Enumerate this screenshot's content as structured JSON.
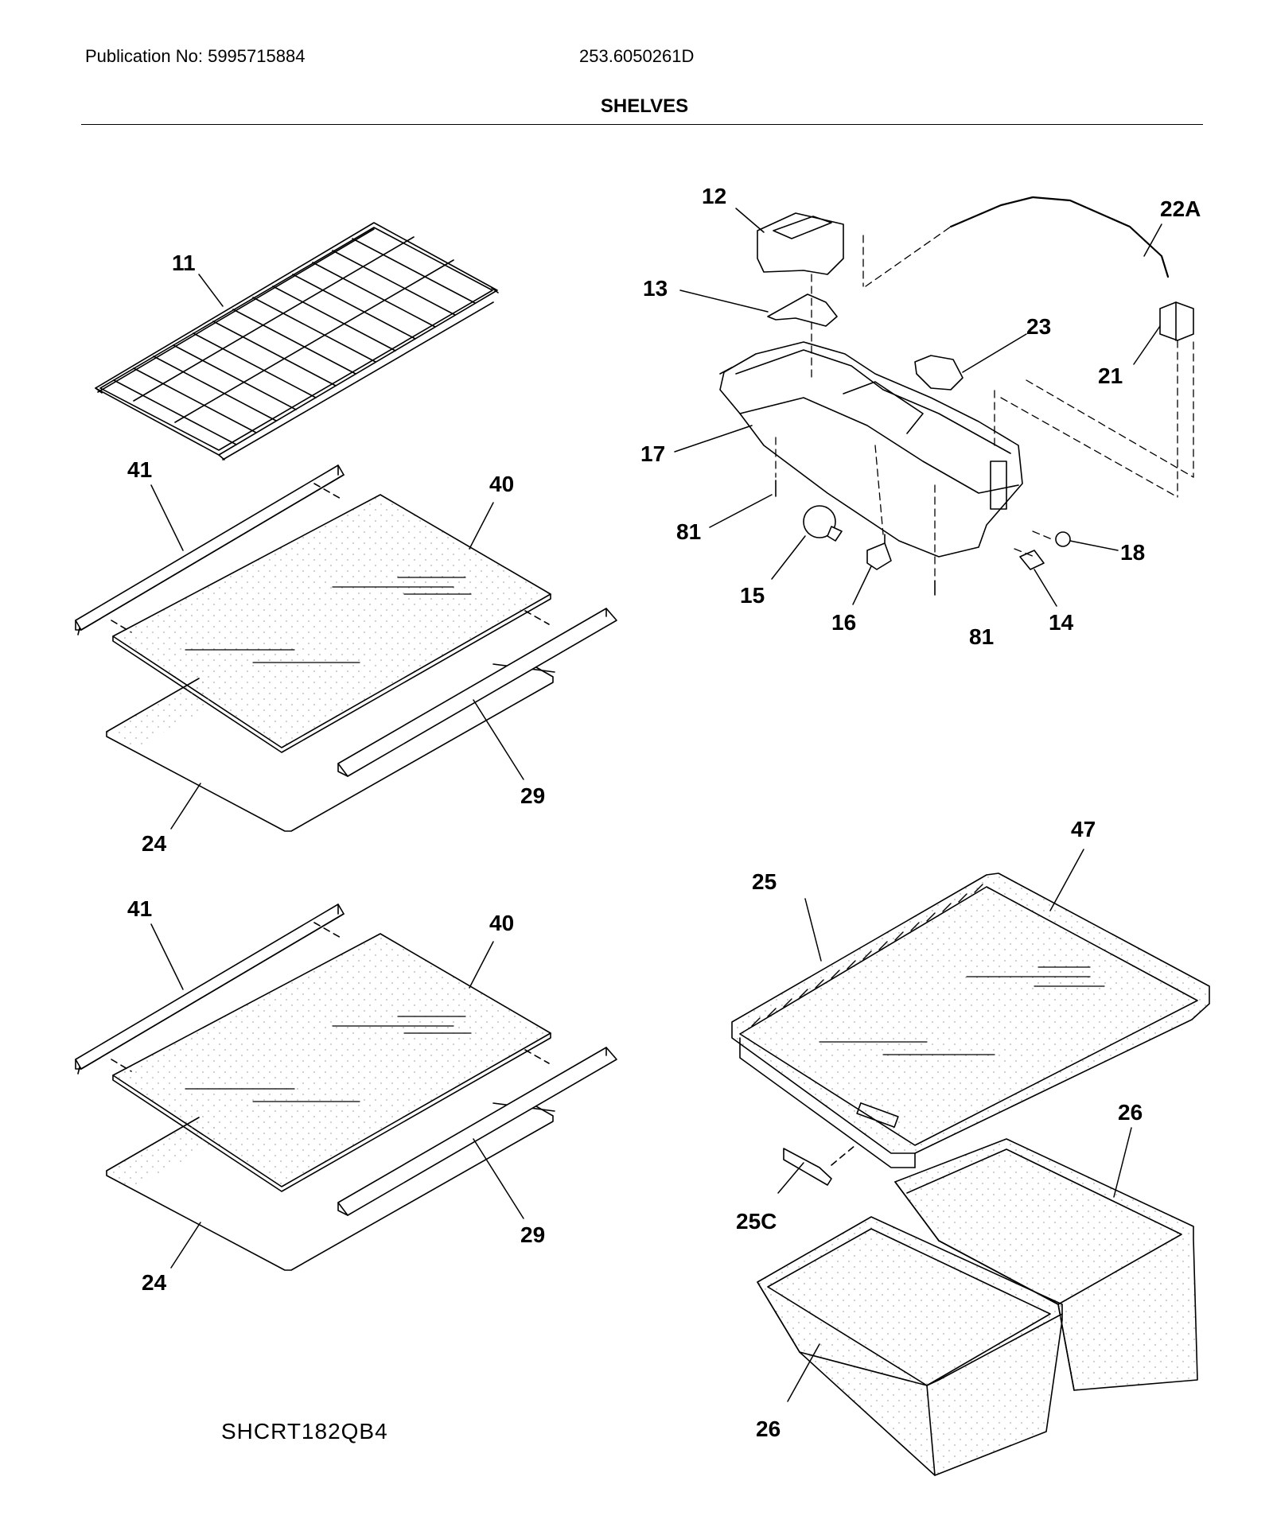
{
  "header": {
    "publication": "Publication No: 5995715884",
    "model": "253.6050261D",
    "section_title": "SHELVES"
  },
  "footer": {
    "diagram_code": "SHCRT182QB4"
  },
  "callouts": {
    "c11": "11",
    "c41a": "41",
    "c40a": "40",
    "c29a": "29",
    "c24a": "24",
    "c41b": "41",
    "c40b": "40",
    "c29b": "29",
    "c24b": "24",
    "c12": "12",
    "c22A": "22A",
    "c13": "13",
    "c23": "23",
    "c21": "21",
    "c17": "17",
    "c81a": "81",
    "c15": "15",
    "c16": "16",
    "c81b": "81",
    "c14": "14",
    "c18": "18",
    "c47": "47",
    "c25": "25",
    "c26a": "26",
    "c25C": "25C",
    "c26b": "26"
  },
  "icons": [
    "wire-shelf",
    "glass-shelf",
    "shelf-trim",
    "shelf-frame",
    "light-housing",
    "light-bulb",
    "socket",
    "switch",
    "thermostat-control",
    "crisper-cover",
    "crisper-drawer"
  ]
}
